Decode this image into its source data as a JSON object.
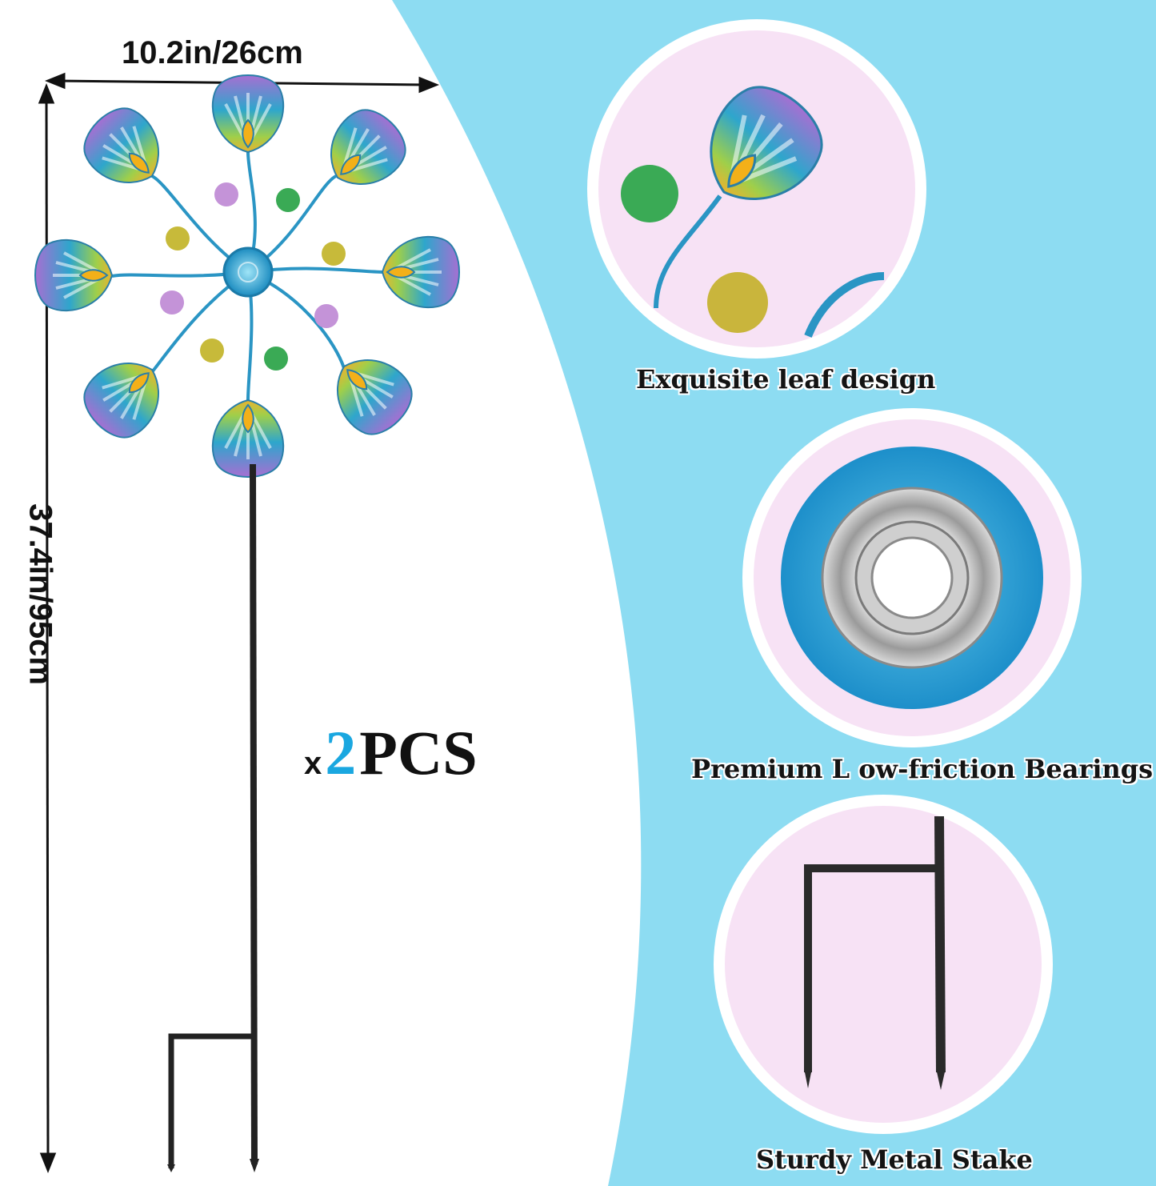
{
  "dimensions": {
    "width_label": "10.2in/26cm",
    "height_label": "37.4in/95cm"
  },
  "quantity": {
    "prefix": "x",
    "number": "2",
    "unit": "PCS"
  },
  "features": [
    {
      "caption": "Exquisite leaf design",
      "icon": "leaf-detail-photo"
    },
    {
      "caption": "Premium L ow-friction Bearings",
      "icon": "bearing-detail-photo"
    },
    {
      "caption": "Sturdy Metal Stake",
      "icon": "stake-detail-photo"
    }
  ],
  "colors": {
    "background_blue": "#8ddcf2",
    "circle_fill": "#f7e2f5",
    "accent_number": "#1aa7e0",
    "petal_teal": "#2fa8c8",
    "petal_purple": "#b07bd6",
    "gem_amber": "#f2b21e"
  }
}
